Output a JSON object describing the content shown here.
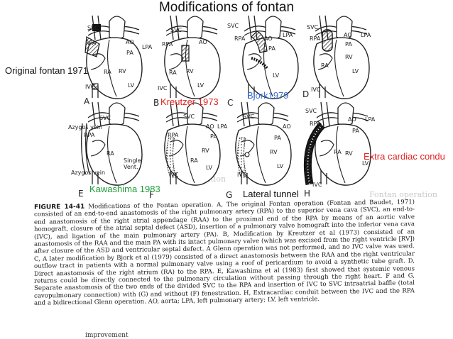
{
  "title": "Modifications of fontan",
  "overlay_labels": [
    {
      "id": "a",
      "text": "Original fontan 1971",
      "color": "#111111"
    },
    {
      "id": "b",
      "text": "Kreutzer 1973",
      "color": "#e02424"
    },
    {
      "id": "c",
      "text": "Bjork1979",
      "color": "#3b6fd6"
    },
    {
      "id": "e",
      "text": "Kawashima 1983",
      "color": "#1f9d3a"
    },
    {
      "id": "g",
      "text": "Lateral tunnel",
      "color": "#111111"
    },
    {
      "id": "h",
      "text": "Extra cardiac condu",
      "color": "#e02424"
    }
  ],
  "panel_letters": [
    "A",
    "B",
    "C",
    "D",
    "E",
    "F",
    "G",
    "H"
  ],
  "anatomy": {
    "svc": "SVC",
    "rpa": "RPA",
    "lpa": "LPA",
    "ao": "AO",
    "pa": "PA",
    "ra": "RA",
    "rv": "RV",
    "lv": "LV",
    "ivc": "IVC",
    "azygos": "Azygos vein",
    "single_vent": "Single Vent."
  },
  "caption": {
    "figure_label": "FIGURE 14-41",
    "text": "Modifications of the Fontan operation. A, The original Fontan operation (Fontan and Baudet, 1971) consisted of an end-to-end anastomosis of the right pulmonary artery (RPA) to the superior vena cava (SVC), an end-to-end anastomosis of the right atrial appendage (RAA) to the proximal end of the RPA by means of an aortic valve homograft, closure of the atrial septal defect (ASD), insertion of a pulmonary valve homograft into the inferior vena cava (IVC), and ligation of the main pulmonary artery (PA). B, Modification by Kreutzer et al (1973) consisted of an anastomosis of the RAA and the main PA with its intact pulmonary valve (which was excised from the right ventricle [RV]) after closure of the ASD and ventricular septal defect. A Glenn operation was not performed, and no IVC valve was used. C, A later modification by Bjork et al (1979) consisted of a direct anastomosis between the RAA and the right ventricular outflow tract in patients with a normal pulmonary valve using a roof of pericardium to avoid a synthetic tube graft. D, Direct anastomosis of the right atrium (RA) to the RPA. E, Kawashima et al (1983) first showed that systemic venous returns could be directly connected to the pulmonary circulation without passing through the right heart. F and G, Separate anastomosis of the two ends of the divided SVC to the RPA and insertion of IVC to SVC intraatrial baffle (total cavopulmonary connection) with (G) and without (F) fenestration. H, Extracardiac conduit between the IVC and the RPA and a bidirectional Glenn operation. AO, aorta; LPA, left pulmonary artery; LV, left ventricle."
  },
  "ghost_text": [
    "Operation",
    "Fontan operation"
  ],
  "footer_fragment": "improvement"
}
